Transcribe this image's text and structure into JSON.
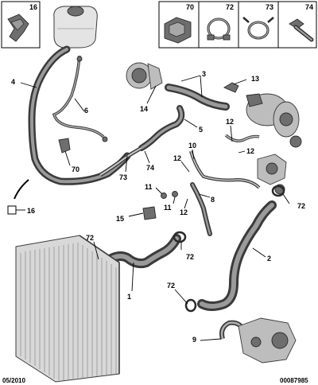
{
  "footer": {
    "date": "05/2010",
    "reference": "00087985"
  },
  "legend_boxes": {
    "left": {
      "number": "16"
    },
    "right": [
      "70",
      "72",
      "73",
      "74"
    ]
  },
  "callouts": {
    "n1": "1",
    "n2": "2",
    "n3": "3",
    "n4": "4",
    "n5": "5",
    "n6": "6",
    "n8": "8",
    "n9": "9",
    "n10": "10",
    "n11a": "11",
    "n11b": "11",
    "n12a": "12",
    "n12b": "12",
    "n12c": "12",
    "n12d": "12",
    "n13": "13",
    "n14": "14",
    "n15": "15",
    "n16": "16",
    "n70": "70",
    "n72a": "72",
    "n72b": "72",
    "n72c": "72",
    "n72d": "72",
    "n73": "73",
    "n74": "74"
  },
  "colors": {
    "outline": "#000000",
    "part_fill": "#bdbdbd",
    "part_dark": "#6e6e6e",
    "background": "#ffffff"
  }
}
